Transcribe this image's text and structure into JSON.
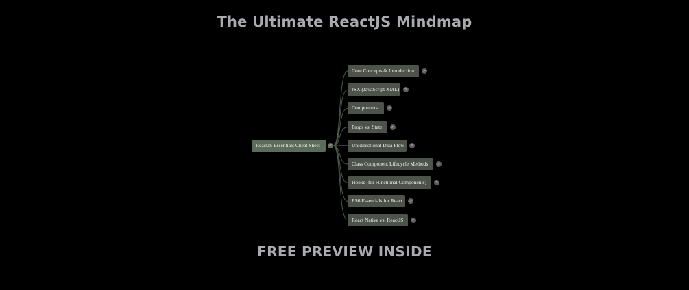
{
  "header": {
    "title": "The Ultimate ReactJS Mindmap"
  },
  "footer": {
    "text": "FREE PREVIEW INSIDE"
  },
  "mindmap": {
    "root": {
      "label": "ReactJS Essentials Cheat Sheet",
      "toggle": "<"
    },
    "children": [
      {
        "label": "Core Concepts & Introduction",
        "toggle": ">"
      },
      {
        "label": "JSX (JavaScript XML)",
        "toggle": ">"
      },
      {
        "label": "Components",
        "toggle": ">"
      },
      {
        "label": "Props vs. State",
        "toggle": ">"
      },
      {
        "label": "Unidirectional Data Flow",
        "toggle": ">"
      },
      {
        "label": "Class Component Lifecycle Methods",
        "toggle": ">"
      },
      {
        "label": "Hooks (for Functional Components)",
        "toggle": ">"
      },
      {
        "label": "ES6 Essentials for React",
        "toggle": ">"
      },
      {
        "label": "React Native vs. ReactJS",
        "toggle": ">"
      }
    ],
    "colors": {
      "root": "#5b6c5c",
      "child": "#4d524b",
      "link": "#4e5a4f",
      "background": "#000000"
    }
  }
}
